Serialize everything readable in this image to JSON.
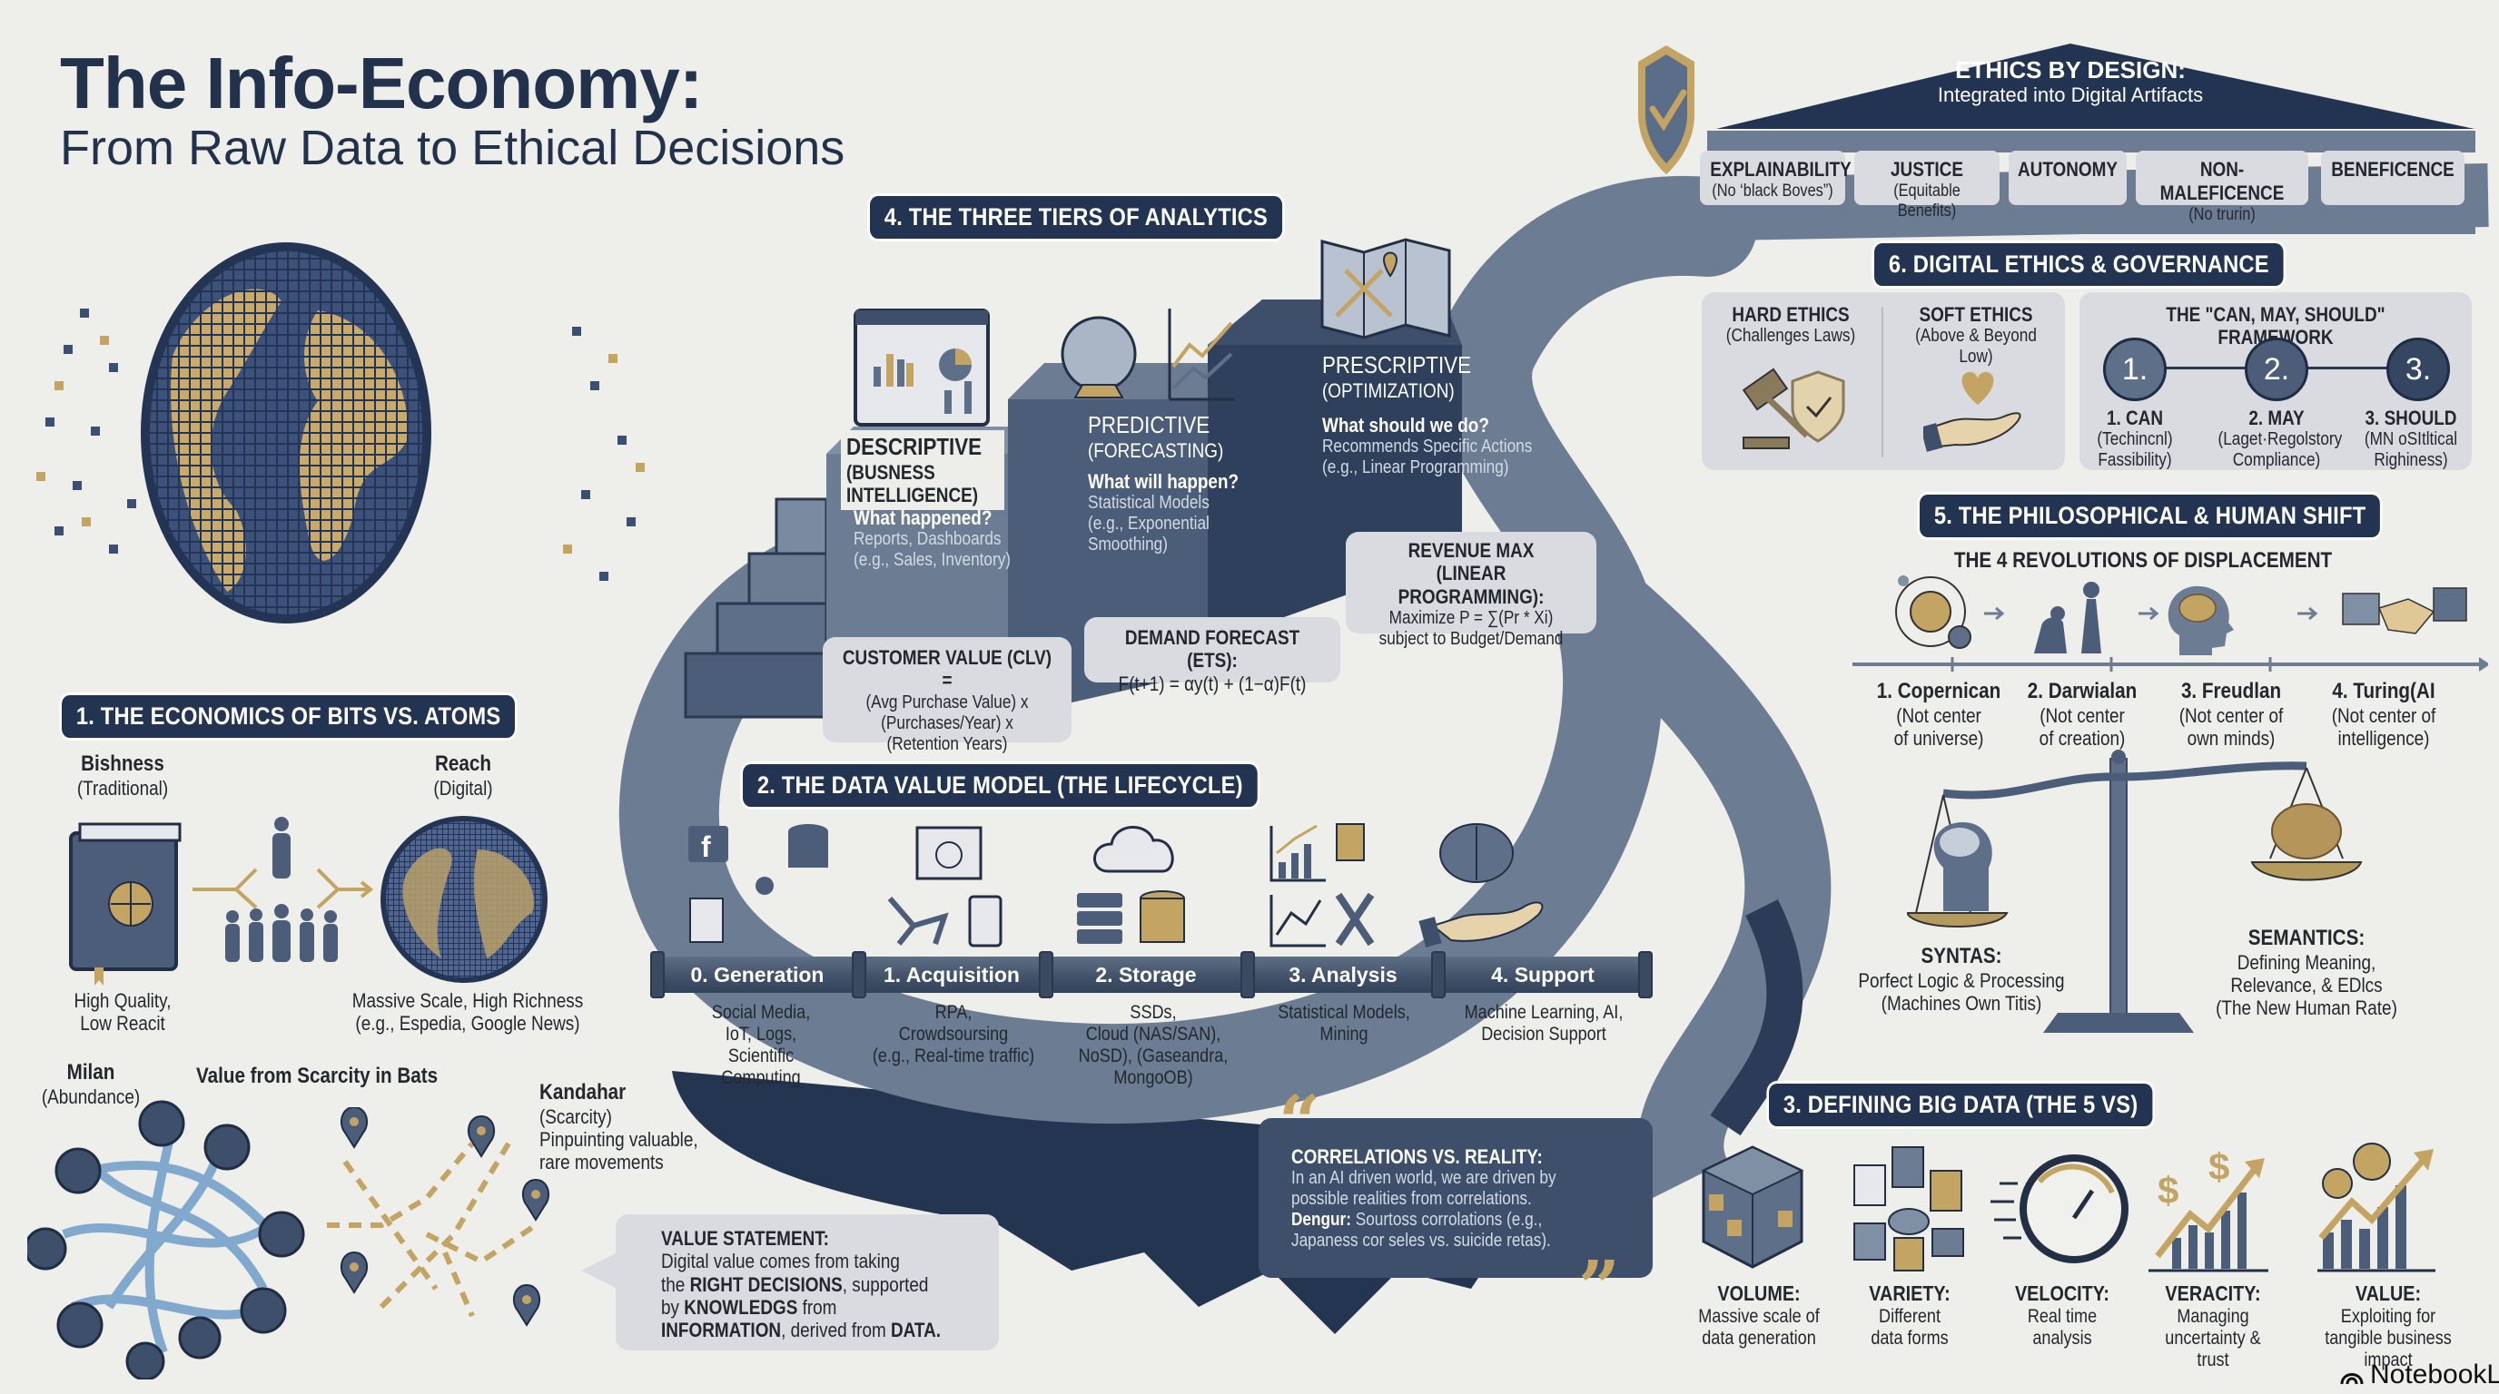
{
  "header": {
    "title": "The Info-Economy:",
    "subtitle": "From Raw Data to Ethical Decisions"
  },
  "colors": {
    "background": "#eeeeea",
    "navy": "#223452",
    "slate": "#6b7c92",
    "gold": "#c4a463",
    "card": "#d9dbe1",
    "text": "#23272e"
  },
  "ethics_by_design": {
    "title": "ETHICS BY DESIGN:",
    "subtitle": "Integrated into Digital Artifacts",
    "icon": "shield-check-icon",
    "pillars": [
      {
        "label": "EXPLAINABILITY",
        "sub": "(No ‘black Boves”)"
      },
      {
        "label": "JUSTICE",
        "sub": "(Equitable Benefits)"
      },
      {
        "label": "AUTONOMY",
        "sub": ""
      },
      {
        "label": "NON-MALEFICENCE",
        "sub": "(No trurin)"
      },
      {
        "label": "BENEFICENCE",
        "sub": ""
      }
    ]
  },
  "section6": {
    "heading": "6. DIGITAL ETHICS & GOVERNANCE",
    "hard": {
      "title": "HARD ETHICS",
      "sub": "(Challenges Laws)",
      "icon": "gavel-shield-icon"
    },
    "soft": {
      "title": "SOFT ETHICS",
      "sub": "(Above & Beyond Low)",
      "icon": "heart-hand-icon"
    },
    "framework": {
      "title": "THE \"CAN, MAY, SHOULD\" FRAMEWORK",
      "steps": [
        {
          "num": "1.",
          "label": "1. CAN",
          "sub1": "(Techincnl)",
          "sub2": "Fassibility)"
        },
        {
          "num": "2.",
          "label": "2. MAY",
          "sub1": "(Laget·Regolstory",
          "sub2": "Compliance)"
        },
        {
          "num": "3.",
          "label": "3. SHOULD",
          "sub1": "(MN oSItltical",
          "sub2": "Righiness)"
        }
      ]
    }
  },
  "section5": {
    "heading": "5. THE PHILOSOPHICAL & HUMAN SHIFT",
    "subheading": "THE 4 REVOLUTIONS OF DISPLACEMENT",
    "revolutions": [
      {
        "title": "1. Copernican",
        "l1": "(Not center",
        "l2": "of universe)",
        "icon": "sun-orbit-icon"
      },
      {
        "title": "2. Darwialan",
        "l1": "(Not center",
        "l2": "of creation)",
        "icon": "evolution-icon"
      },
      {
        "title": "3. Freudlan",
        "l1": "(Not center of",
        "l2": "own minds)",
        "icon": "head-brain-icon"
      },
      {
        "title": "4. Turing(AI",
        "l1": "(Not center of",
        "l2": "intelligence)",
        "icon": "robot-handshake-icon"
      }
    ],
    "syntax": {
      "title": "SYNTAS:",
      "l1": "Porfect Logic & Processing",
      "l2": "(Machines Own Titis)"
    },
    "semantics": {
      "title": "SEMANTICS:",
      "l1": "Defining Meaning,",
      "l2": "Relevance, & EDlcs",
      "l3": "(The New Human Rate)"
    }
  },
  "section3": {
    "heading": "3. DEFINING BIG DATA (THE 5 VS)",
    "vs": [
      {
        "title": "VOLUME:",
        "l1": "Massive scale of",
        "l2": "data generation",
        "l3": "",
        "icon": "cube-icon"
      },
      {
        "title": "VARIETY:",
        "l1": "Different",
        "l2": "data forms",
        "l3": "",
        "icon": "file-types-icon"
      },
      {
        "title": "VELOCITY:",
        "l1": "Real time",
        "l2": "analysis",
        "l3": "",
        "icon": "speedometer-icon"
      },
      {
        "title": "VERACITY:",
        "l1": "Managing",
        "l2": "uncertainty &",
        "l3": "trust",
        "icon": "dollar-chart-icon"
      },
      {
        "title": "VALUE:",
        "l1": "Exploiting for",
        "l2": "tangible business",
        "l3": "impact",
        "icon": "coin-growth-icon"
      }
    ]
  },
  "section4": {
    "heading": "4. THE THREE TIERS OF ANALYTICS",
    "descriptive": {
      "t1": "DESCRIPTIVE",
      "t2": "(BUSNESS",
      "t3": "INTELLIGENCE)",
      "q": "What happened?",
      "d1": "Reports, Dashboards",
      "d2": "(e.g., Sales, Inventory)"
    },
    "predictive": {
      "t1": "PREDICTIVE",
      "t2": "(FORECASTING)",
      "q": "What will happen?",
      "d1": "Statistical Models",
      "d2": "(e.g., Exponential Smoothing)"
    },
    "prescriptive": {
      "t1": "PRESCRIPTIVE",
      "t2": "(OPTIMIZATION)",
      "q": "What should we do?",
      "d1": "Recommends Specific Actions",
      "d2": "(e.g., Linear Programming)"
    },
    "clv": {
      "title": "CUSTOMER VALUE (CLV) =",
      "l1": "(Avg Purchase Value) x",
      "l2": "(Purchases/Year) x",
      "l3": "(Retention Years)"
    },
    "ets": {
      "title": "DEMAND FORECAST (ETS):",
      "formula": "F(t+1) = αy(t) + (1−α)F(t)"
    },
    "lp": {
      "t1": "REVENUE MAX",
      "t2": "(LINEAR PROGRAMMING):",
      "l1": "Maximize P = ∑(Pr * Xi)",
      "l2": "subject to Budget/Demand"
    }
  },
  "section2": {
    "heading": "2. THE DATA VALUE MODEL (THE LIFECYCLE)",
    "stages": [
      {
        "label": "0. Generation",
        "desc": [
          "Social Media,",
          "IoT, Logs,",
          "Scientific",
          "Computing"
        ],
        "icon": "social-iot-icon"
      },
      {
        "label": "1. Acquisition",
        "desc": [
          "RPA,",
          "Crowdsoursing",
          "(e.g., Real-time traffic)"
        ],
        "icon": "web-robot-icon"
      },
      {
        "label": "2. Storage",
        "desc": [
          "SSDs,",
          "Cloud (NAS/SAN),",
          "NoSD), (Gaseandra,",
          "MongoOB)"
        ],
        "icon": "cloud-database-icon"
      },
      {
        "label": "3. Analysis",
        "desc": [
          "Statistical Models,",
          "Mining"
        ],
        "icon": "analytics-tools-icon"
      },
      {
        "label": "4. Support",
        "desc": [
          "Machine Learning, AI,",
          "Decision Support"
        ],
        "icon": "brain-hand-icon"
      }
    ]
  },
  "section1": {
    "heading": "1. THE ECONOMICS OF BITS VS. ATOMS",
    "traditional": {
      "t1": "Bishness",
      "t2": "(Traditional)",
      "d1": "High Quality,",
      "d2": "Low Reacit",
      "icon": "book-icon"
    },
    "digital": {
      "t1": "Reach",
      "t2": "(Digital)",
      "d1": "Massive Scale, High Richness",
      "d2": "(e.g., Espedia, Google News)",
      "icon": "globe-icon"
    },
    "milan": {
      "t1": "Milan",
      "t2": "(Abundance)"
    },
    "scarcity_title": "Value from Scarcity in Bats",
    "kandahar": {
      "t1": "Kandahar",
      "t2": "(Scarcity)",
      "d1": "Pinpuinting valuable,",
      "d2": "rare movements"
    }
  },
  "value_statement": {
    "title": "VALUE STATEMENT:",
    "l1": "Digital value comes from taking",
    "l2a": "the ",
    "l2b": "RIGHT DECISIONS",
    "l2c": ", supported",
    "l3a": "by ",
    "l3b": "KNOWLEDGS",
    "l3c": " from",
    "l4a": "INFORMATION",
    "l4b": ", derived from ",
    "l4c": "DATA."
  },
  "correlations": {
    "title": "CORRELATIONS VS. REALITY:",
    "l1": "In an AI driven world, we are driven by",
    "l2": "possible realities from correlations.",
    "l3a": "Dengur:",
    "l3b": " Sourtoss corrolations (e.g.,",
    "l4": "Japaness cor seles vs. suicide retas)."
  },
  "watermark": "NotebookLM"
}
